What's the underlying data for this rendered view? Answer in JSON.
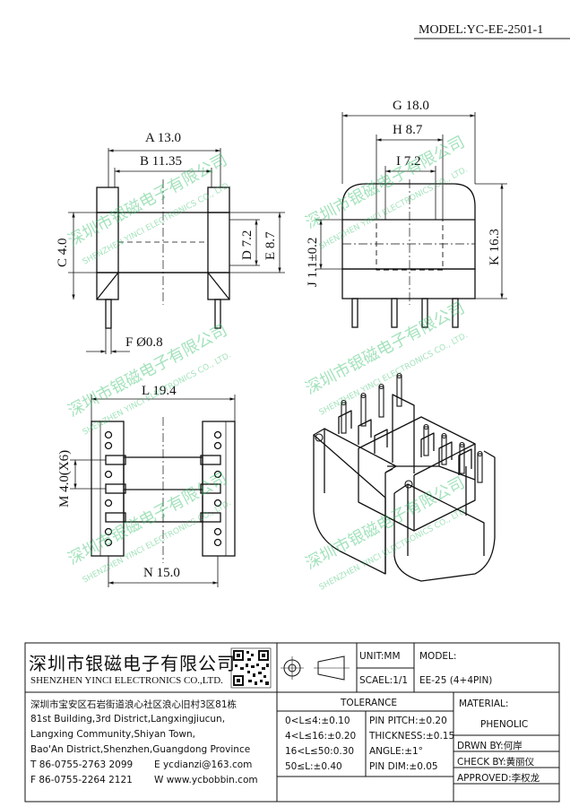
{
  "model_header": "MODEL:YC-EE-2501-1",
  "dimensions": {
    "A": "A 13.0",
    "B": "B 11.35",
    "C": "C 4.0",
    "D": "D 7.2",
    "E": "E 8.7",
    "F": "F Ø0.8",
    "G": "G 18.0",
    "H": "H 8.7",
    "I": "I 7.2",
    "J": "J 1.1±0.2",
    "K": "K 16.3",
    "L": "L 19.4",
    "M": "M 4.0(X6)",
    "N": "N 15.0"
  },
  "watermark": {
    "cn": "深圳市银磁电子有限公司",
    "en": "SHENZHEN YINCI ELECTRONICS CO., LTD."
  },
  "company": {
    "name_cn": "深圳市银磁电子有限公司",
    "name_en": "SHENZHEN YINCI ELECTRONICS CO.,LTD.",
    "address_cn": "深圳市宝安区石岩街道浪心社区浪心旧村3区81栋",
    "address_en_1": "81st Building,3rd District,Langxingjiucun,",
    "address_en_2": "Langxing Community,Shiyan Town,",
    "address_en_3": "Bao'An District,Shenzhen,Guangdong Province",
    "tel": "T 86-0755-2763 2099",
    "email": "E ycdianzi@163.com",
    "fax": "F 86-0755-2264 2121",
    "web": "W www.ycbobbin.com"
  },
  "unit": "UNIT:MM",
  "scale": "SCAEL:1/1",
  "model_label": "MODEL:",
  "model_value": "EE-25 (4+4PIN)",
  "tolerance": {
    "title": "TOLERANCE",
    "rows": [
      "0<L≤4:±0.10",
      "4<L≤16:±0.20",
      "16<L≤50:0.30",
      "50≤L:±0.40"
    ],
    "right": [
      "PIN PITCH:±0.20",
      "THICKNESS:±0.15",
      "ANGLE:±1°",
      "PIN DIM:±0.05"
    ]
  },
  "material_label": "MATERIAL:",
  "material_value": "PHENOLIC",
  "drawn_by": "DRWN BY:何岸",
  "check_by": "CHECK BY:黄丽仪",
  "approved": "APPROVED:李权龙",
  "colors": {
    "line": "#111111",
    "watermark": "#37c16c"
  },
  "icons": [
    "qr-code-icon",
    "projection-symbol-icon"
  ]
}
